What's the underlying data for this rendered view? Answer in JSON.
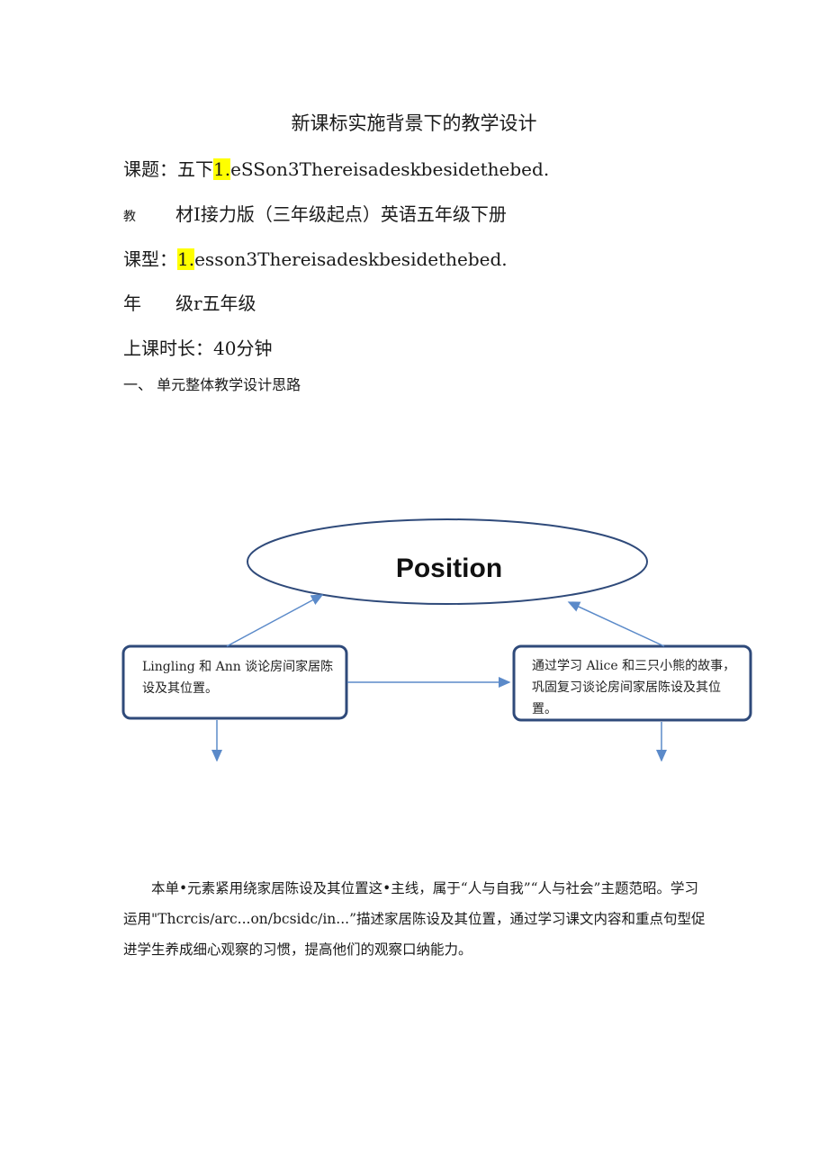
{
  "doc": {
    "title": "新课标实施背景下的教学设计",
    "topic_label": "课题：",
    "topic_prefix": "五下",
    "topic_highlight": "1.",
    "topic_rest": "eSSon3Thereisadeskbesidethebed.",
    "material_label_a": "教",
    "material_label_b": "材I",
    "material_value": "接力版（三年级起点）英语五年级下册",
    "lesson_type_label": "课型：",
    "lesson_type_highlight": "1.",
    "lesson_type_rest": "esson3Thereisadeskbesidethebed.",
    "grade_label_a": "年",
    "grade_label_b": "级r",
    "grade_value": "五年级",
    "duration_label": "上课时长：",
    "duration_value": "40分钟",
    "section1_heading": "一、 单元整体教学设计思路"
  },
  "diagram": {
    "center_label": "Position",
    "left_box": "Lingling 和 Ann 谈论房间家居陈设及其位置。",
    "right_box": "通过学习 Alice 和三只小熊的故事，巩固复习谈论房间家居陈设及其位置。"
  },
  "paragraph": "本单•元素紧用绕家居陈设及其位置这•主线，属于“人与自我”“人与社会”主题范昭。学习运用\"Thcrcis∕arc...on∕bcsidc∕in...”描述家居陈设及其位置，通过学习课文内容和重点句型促进学生养成细心观察的习惯，提高他们的观察口纳能力。",
  "colors": {
    "box_border": "#2f4a7a",
    "arrow": "#5b8ac9",
    "highlight": "#ffff00"
  }
}
